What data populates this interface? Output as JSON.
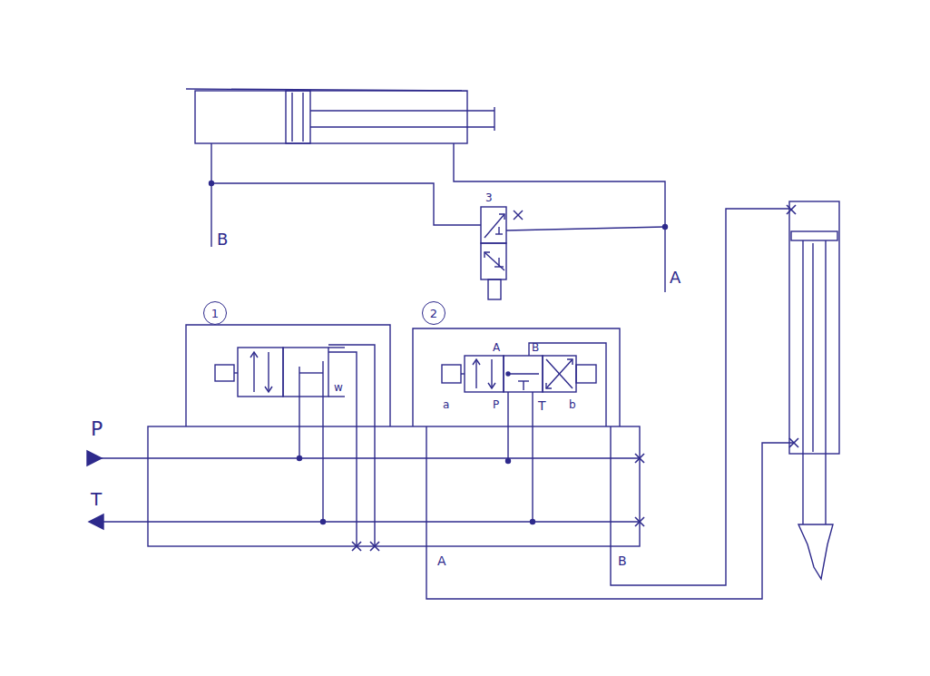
{
  "diagram": {
    "nodes": [
      {
        "text": [
          "1"
        ]
      },
      {
        "text": [
          "2"
        ]
      }
    ],
    "labels": [
      "B",
      "A",
      "3",
      "w",
      "A",
      "B",
      "a",
      "P",
      "T",
      "b",
      "P",
      "T",
      "A",
      "B"
    ]
  }
}
